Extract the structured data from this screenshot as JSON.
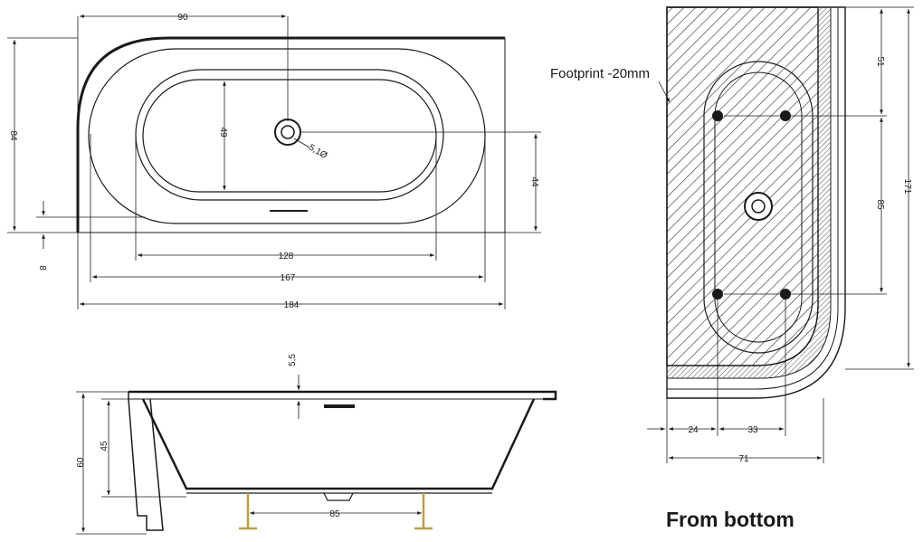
{
  "top_view": {
    "dims": {
      "width_half": "90",
      "depth": "84",
      "inner_width": "49",
      "drain_dia": "5,1Ø",
      "drain_offset": "44",
      "rim_offset": "8",
      "inner_length": "128",
      "mid_length": "167",
      "total_length": "184"
    }
  },
  "side_view": {
    "dims": {
      "rim_height": "5,5",
      "height_total": "60",
      "depth_inner": "45",
      "feet_spacing": "85"
    }
  },
  "bottom_view": {
    "label_footprint": "Footprint -20mm",
    "dims": {
      "offset_top": "51",
      "feet_y_spacing": "85",
      "total_width": "171",
      "offset_left": "24",
      "feet_x_spacing": "33",
      "depth": "71"
    },
    "caption": "From bottom"
  },
  "colors": {
    "line": "#1a1a1a",
    "hatch": "#3a3a3a",
    "feet": "#b8a040"
  }
}
